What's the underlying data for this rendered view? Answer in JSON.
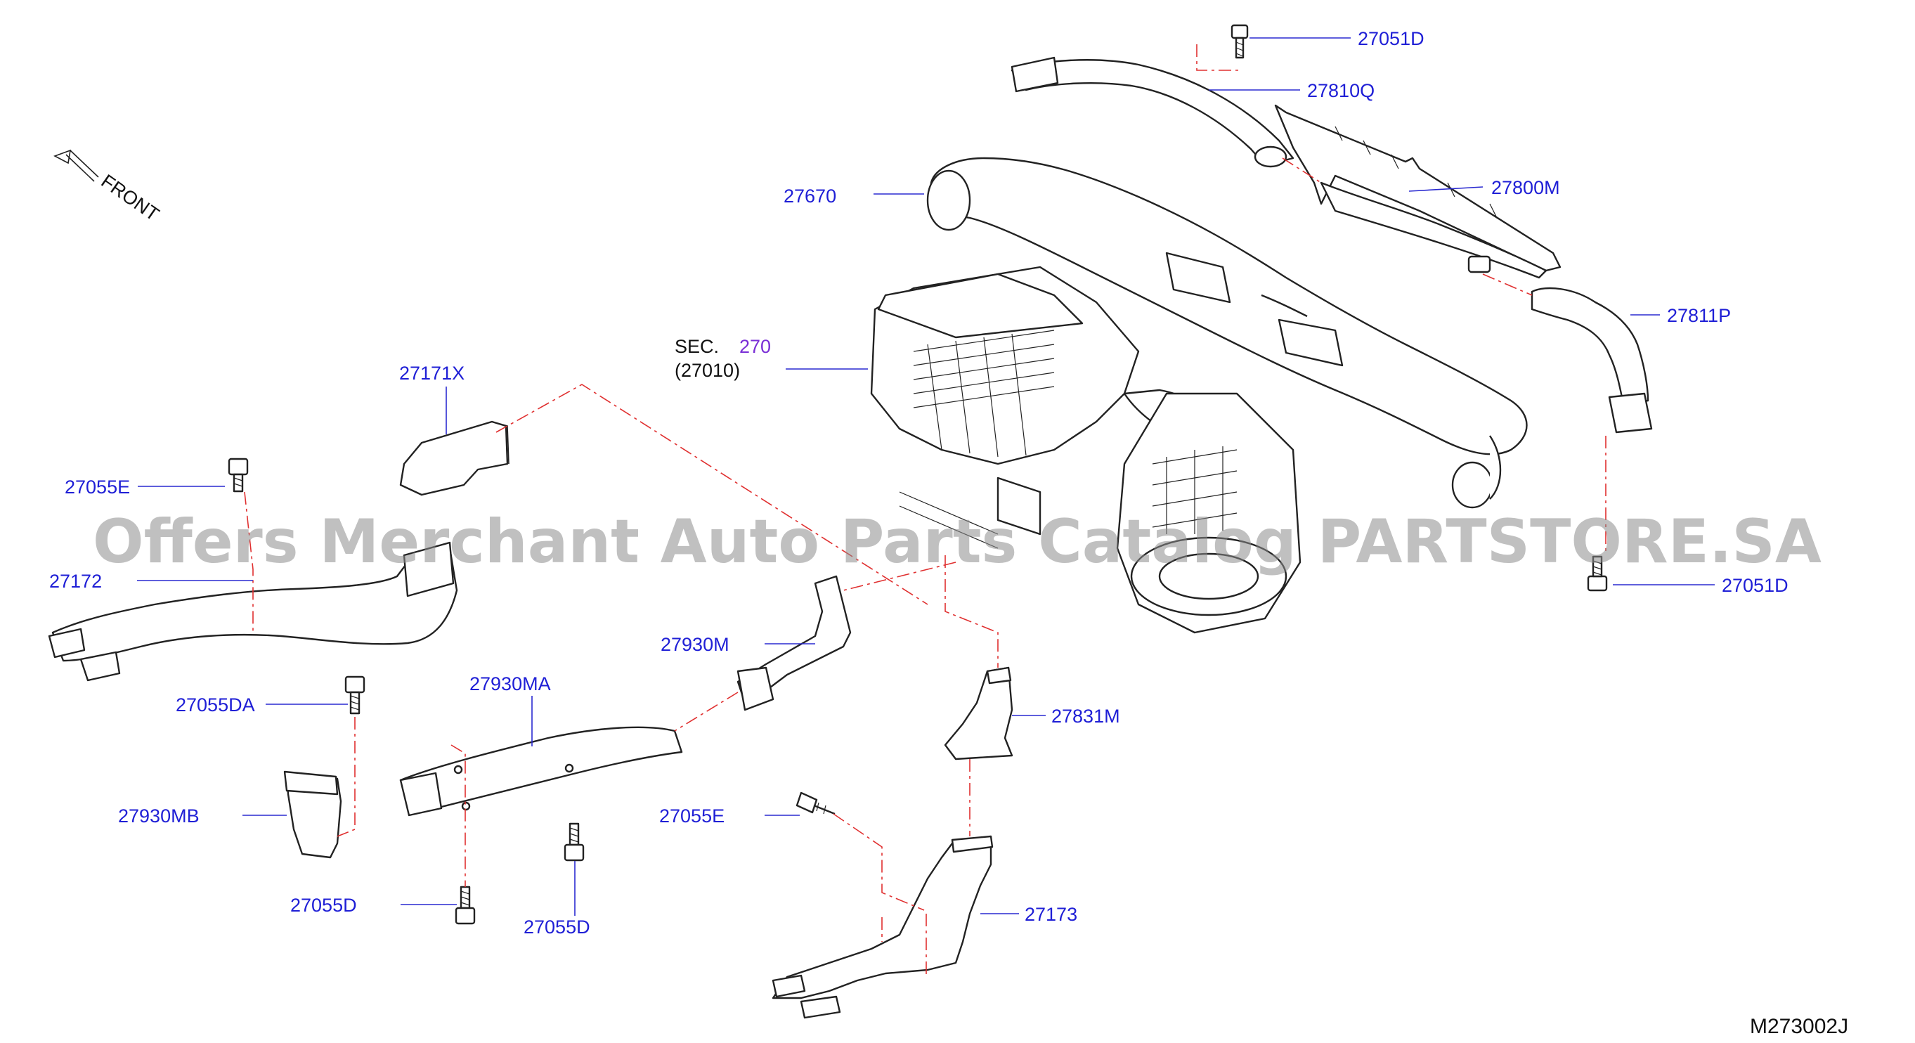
{
  "diagram": {
    "front_label": "FRONT",
    "section_ref": {
      "prefix": "SEC.",
      "number": "270",
      "sub": "(27010)"
    },
    "watermark": "Offers Merchant Auto Parts Catalog PARTSTORE.SA",
    "drawing_code": "M273002J",
    "colors": {
      "label": "#1f1fd6",
      "leader": "#2a2ad0",
      "dashed_link": "#e03030",
      "outline": "#222222",
      "section_number": "#7a2fd6"
    },
    "callouts": [
      {
        "id": "27051D-top",
        "text": "27051D"
      },
      {
        "id": "27810Q",
        "text": "27810Q"
      },
      {
        "id": "27800M",
        "text": "27800M"
      },
      {
        "id": "27670",
        "text": "27670"
      },
      {
        "id": "27811P",
        "text": "27811P"
      },
      {
        "id": "27171X",
        "text": "27171X"
      },
      {
        "id": "27055E-left",
        "text": "27055E"
      },
      {
        "id": "27172",
        "text": "27172"
      },
      {
        "id": "27051D-right",
        "text": "27051D"
      },
      {
        "id": "27930M",
        "text": "27930M"
      },
      {
        "id": "27930MA",
        "text": "27930MA"
      },
      {
        "id": "27055DA",
        "text": "27055DA"
      },
      {
        "id": "27831M",
        "text": "27831M"
      },
      {
        "id": "27930MB",
        "text": "27930MB"
      },
      {
        "id": "27055E-mid",
        "text": "27055E"
      },
      {
        "id": "27055D-left",
        "text": "27055D"
      },
      {
        "id": "27055D-right",
        "text": "27055D"
      },
      {
        "id": "27173",
        "text": "27173"
      }
    ]
  }
}
